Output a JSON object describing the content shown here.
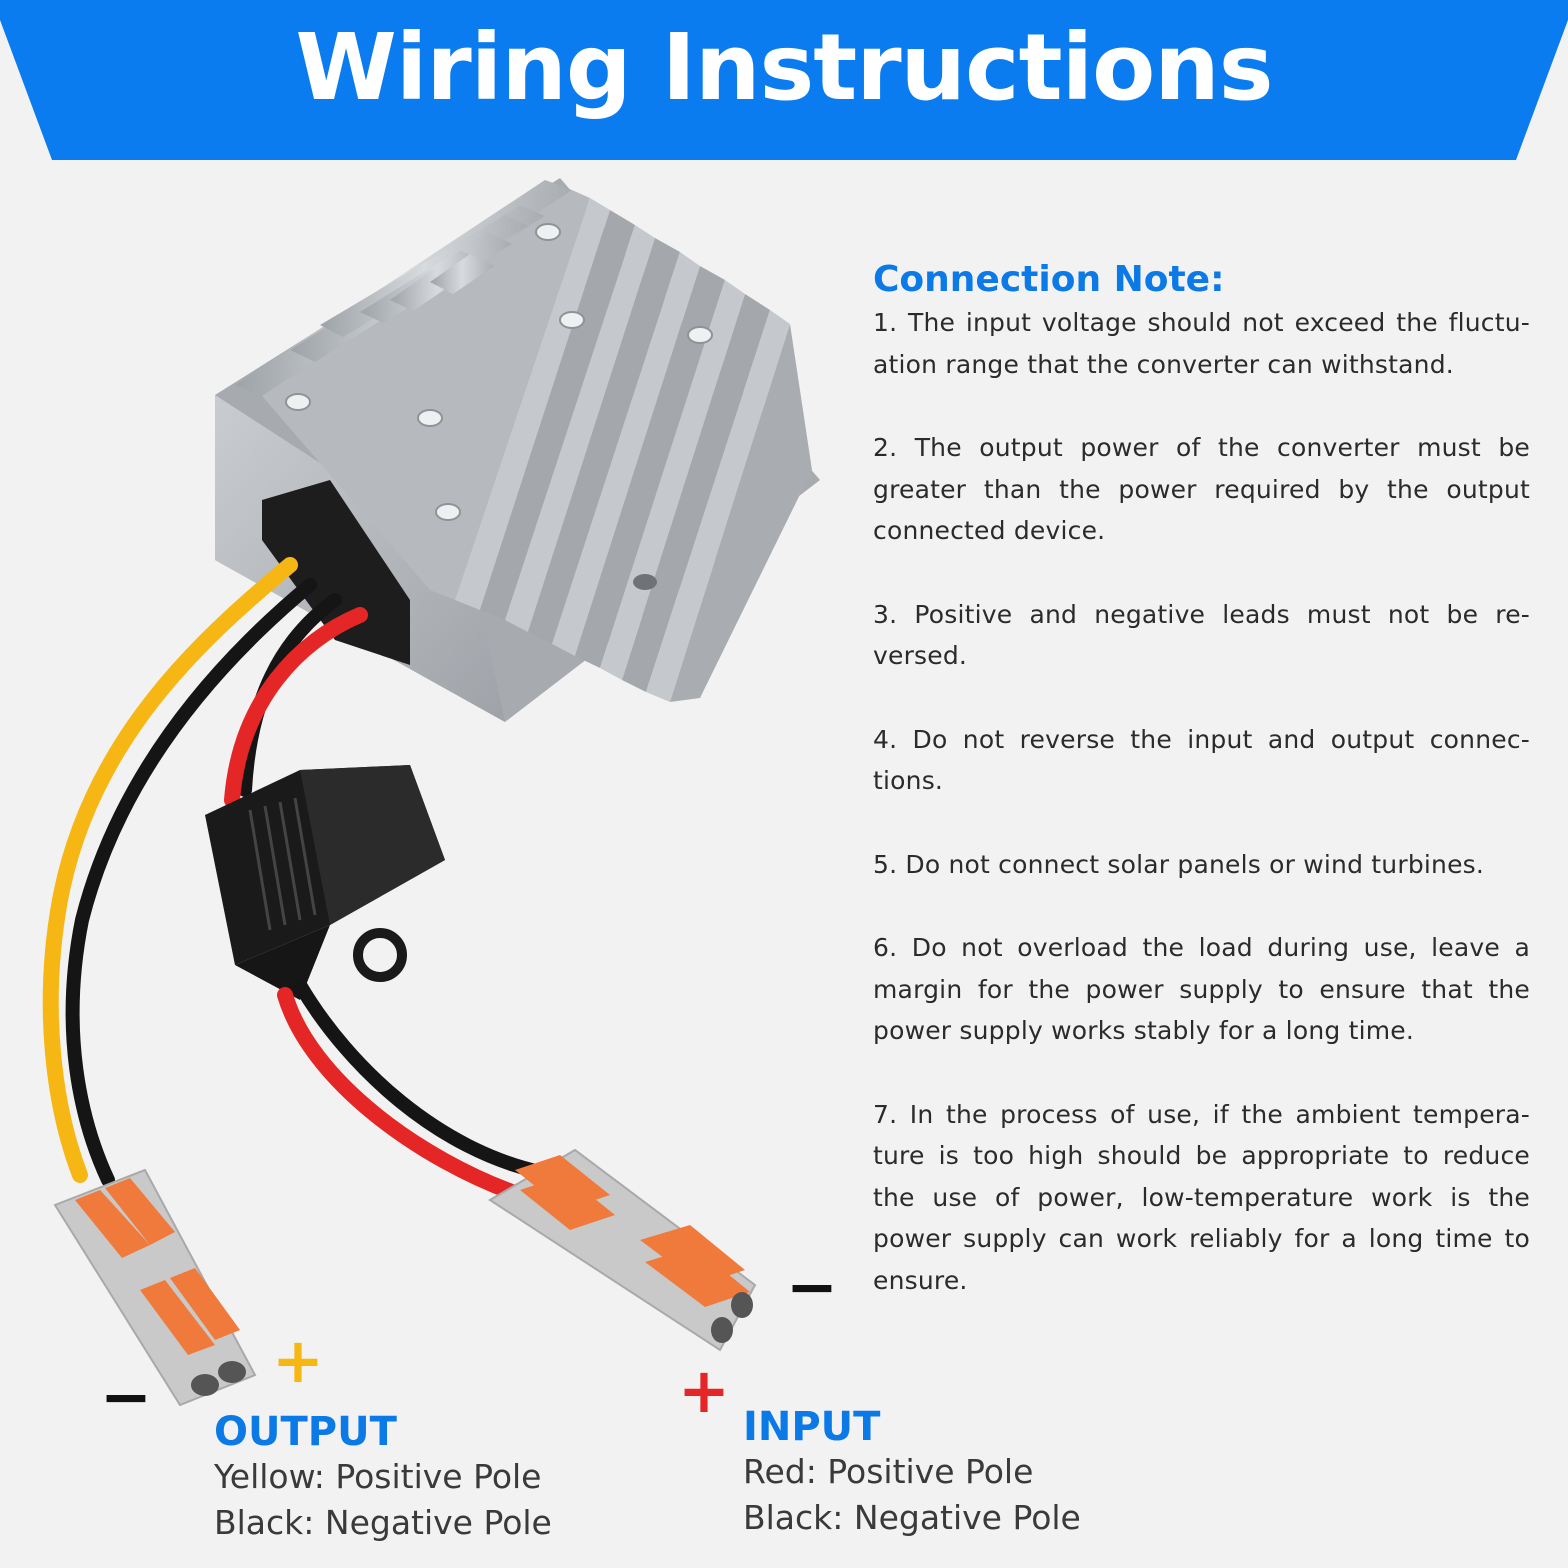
{
  "banner": {
    "title": "Wiring Instructions",
    "color": "#0a7cf0"
  },
  "notes": {
    "title": "Connection Note:",
    "items": [
      "1. The input voltage should not exceed the fluctu-ation range that the converter can withstand.",
      "2. The output power of the converter must be greater than the power required by the output connected device.",
      "3. Positive and negative leads must not be re-versed.",
      "4. Do not reverse the input and output connec-tions.",
      "5. Do not connect solar panels or wind turbines.",
      "6. Do not overload the load during use, leave a margin for the power supply to ensure that the power supply works stably for a long time.",
      "7. In the process of use, if the ambient tempera-ture is too high should be appropriate to reduce the use of power, low-temperature work is the power supply can work reliably for a long time to ensure."
    ]
  },
  "output": {
    "heading": "OUTPUT",
    "positive": "Yellow: Positive Pole",
    "negative": "Black: Negative Pole",
    "plus_sign": "+",
    "minus_sign": "−"
  },
  "input": {
    "heading": "INPUT",
    "positive": "Red: Positive Pole",
    "negative": "Black: Negative Pole",
    "plus_sign": "+",
    "minus_sign": "−"
  },
  "colors": {
    "accent_blue": "#0b7ae6",
    "wire_yellow": "#f6b613",
    "wire_red": "#e52626",
    "wire_black": "#111111",
    "connector_orange": "#f07a3c",
    "heatsink_gray": "#b9bdc2"
  },
  "icons": {
    "converter": "dc-dc-converter-illustration",
    "fuse": "inline-fuse-holder-icon",
    "connector": "lever-wire-connector-icon"
  }
}
